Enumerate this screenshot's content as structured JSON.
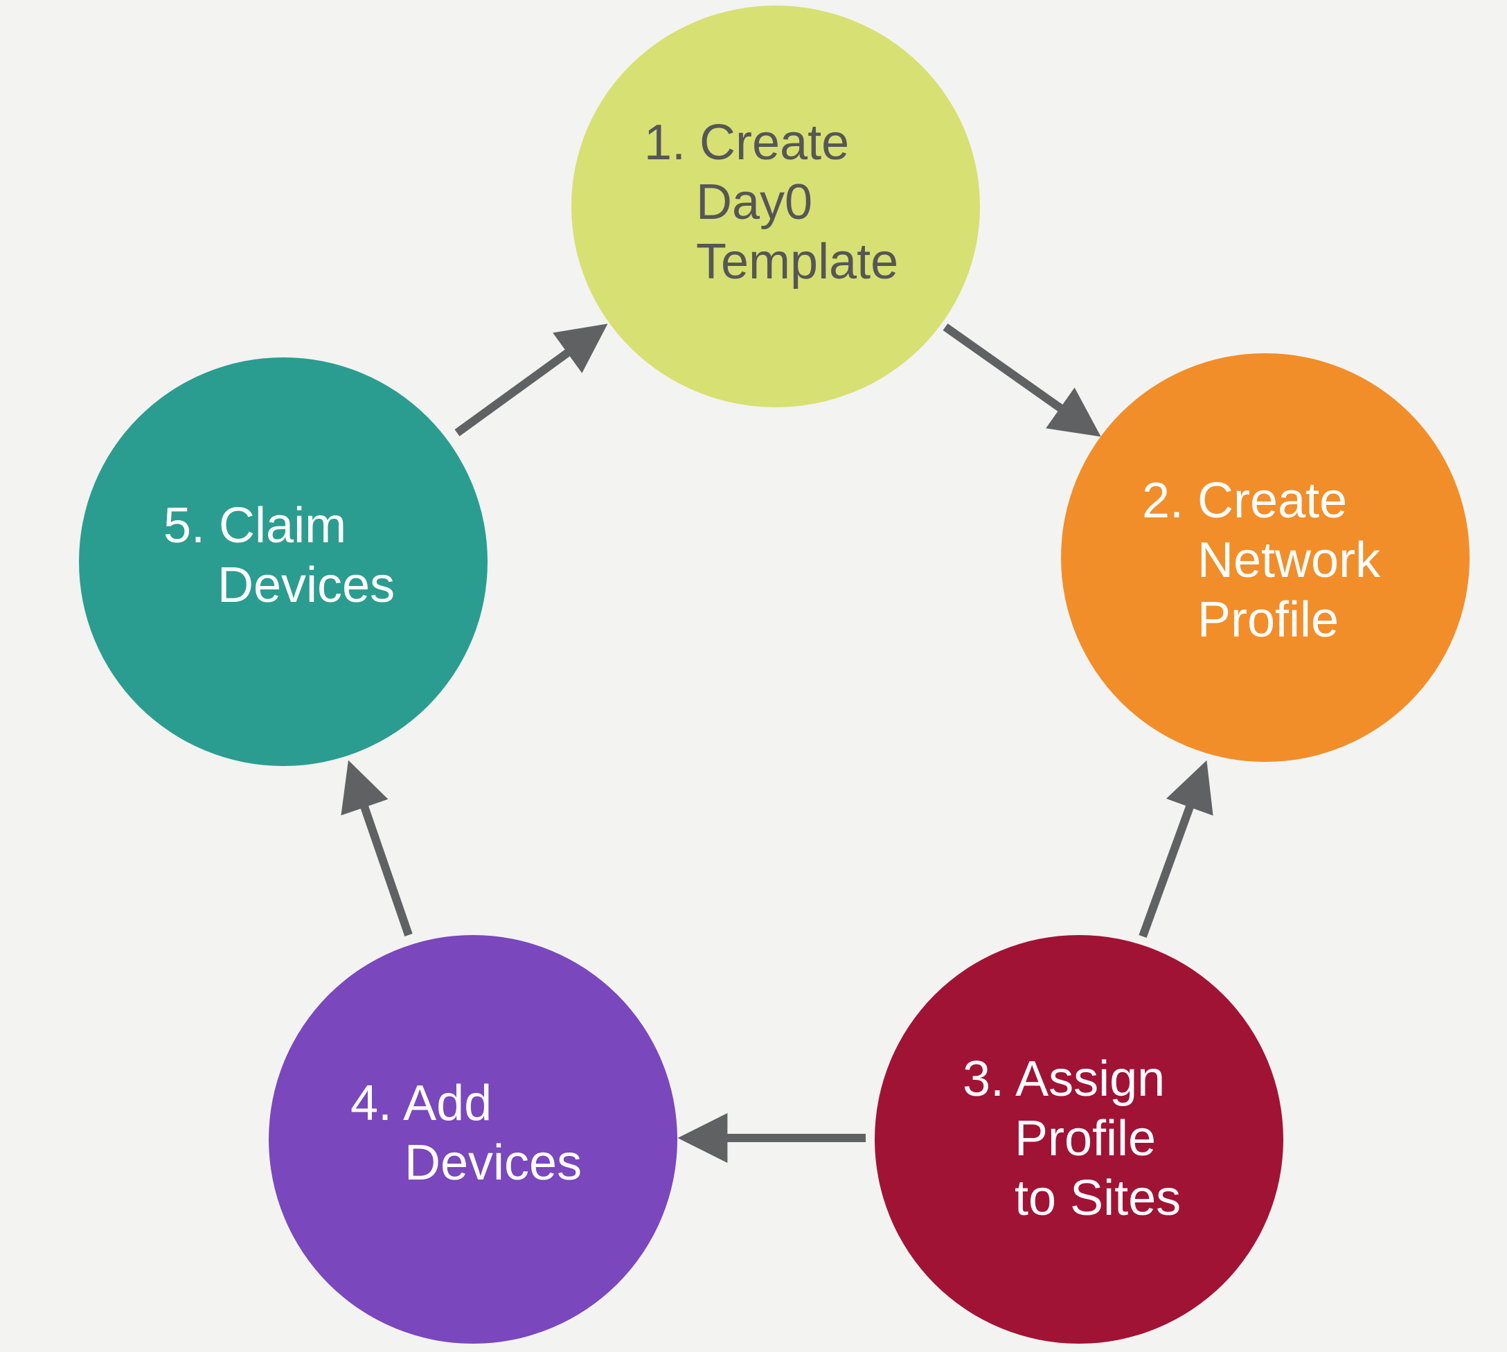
{
  "diagram": {
    "type": "cycle",
    "arrow_color": "#5f6163",
    "steps": [
      {
        "id": 1,
        "lines": [
          "1. Create",
          "Day0",
          "Template"
        ],
        "color": "#d7e072",
        "text_color": "#565656"
      },
      {
        "id": 2,
        "lines": [
          "2. Create",
          "Network",
          "Profile"
        ],
        "color": "#f18e2a",
        "text_color": "#ffffff"
      },
      {
        "id": 3,
        "lines": [
          "3. Assign",
          "Profile",
          "to Sites"
        ],
        "color": "#a11335",
        "text_color": "#ffffff"
      },
      {
        "id": 4,
        "lines": [
          "4. Add",
          "Devices"
        ],
        "color": "#7a47bd",
        "text_color": "#ffffff"
      },
      {
        "id": 5,
        "lines": [
          "5. Claim",
          "Devices"
        ],
        "color": "#2a9d90",
        "text_color": "#ffffff"
      }
    ],
    "edges": [
      {
        "from": 1,
        "to": 2
      },
      {
        "from": 2,
        "to": 3,
        "direction": "reverse"
      },
      {
        "from": 3,
        "to": 4
      },
      {
        "from": 4,
        "to": 5
      },
      {
        "from": 5,
        "to": 1
      }
    ]
  }
}
